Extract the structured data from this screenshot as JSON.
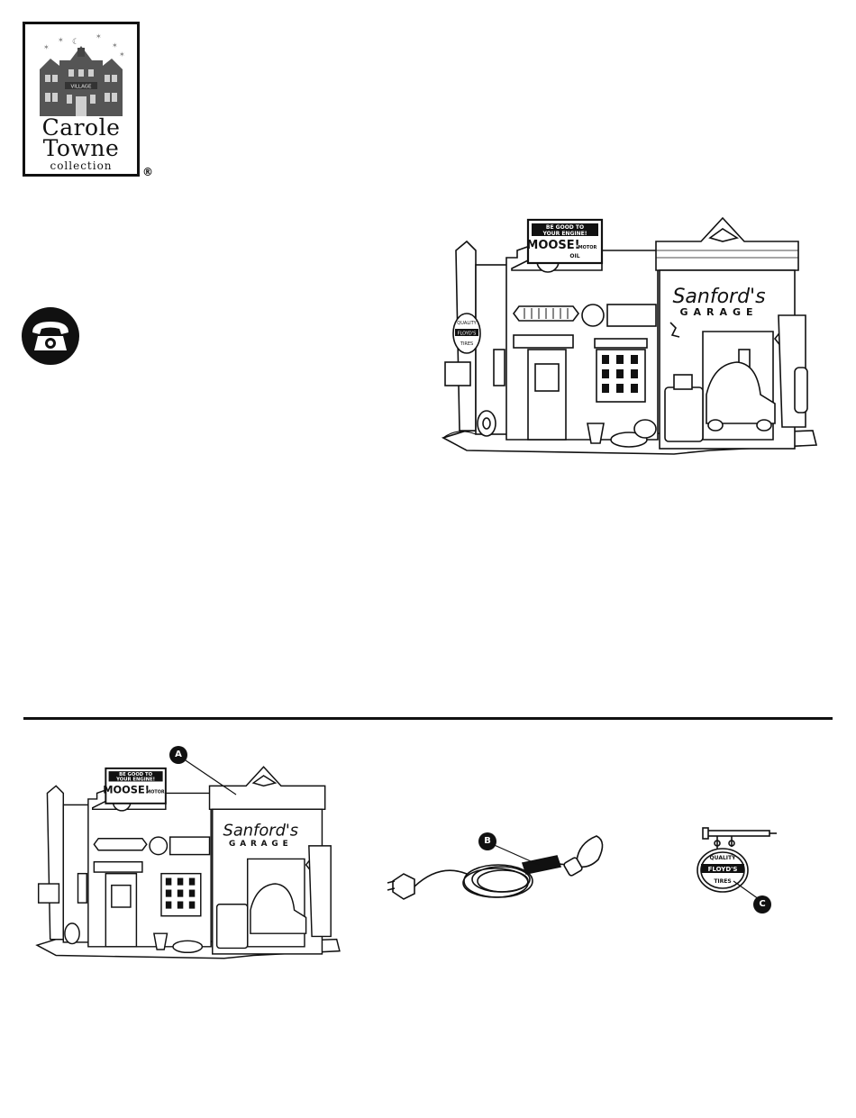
{
  "logo": {
    "brand_line1": "Carole",
    "brand_line2": "Towne",
    "brand_line3": "collection",
    "registered": "®",
    "sign_text": "VILLAGE"
  },
  "main_illustration": {
    "sign_line1": "BE GOOD TO",
    "sign_line2": "YOUR ENGINE!",
    "sign_brand": "MOOSE!",
    "sign_line3": "MOTOR",
    "sign_line4": "OIL",
    "storefront_name": "Sanford's",
    "storefront_sub": "GARAGE",
    "tire_sign_top": "QUALITY",
    "tire_sign_mid": "FLOYD'S",
    "tire_sign_bottom": "TIRES"
  },
  "parts": {
    "callout_a": "A",
    "callout_b": "B",
    "callout_c": "C",
    "house_sign_line1": "BE GOOD TO",
    "house_sign_line2": "YOUR ENGINE!",
    "house_sign_brand": "MOOSE!",
    "house_sign_line3": "MOTOR",
    "house_storefront_name": "Sanford's",
    "house_storefront_sub": "GARAGE",
    "part_c_top": "QUALITY",
    "part_c_mid": "FLOYD'S",
    "part_c_bottom": "TIRES"
  },
  "colors": {
    "ink": "#111111",
    "paper": "#ffffff"
  }
}
